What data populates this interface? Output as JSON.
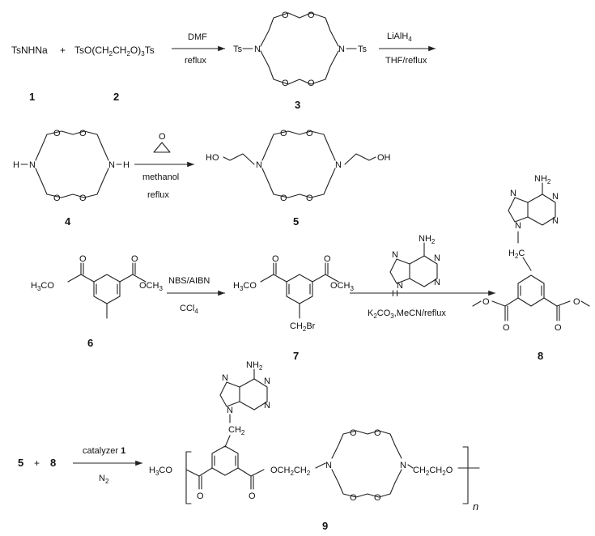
{
  "reaction1": {
    "reactant1": "TsNHNa",
    "plus": "+",
    "reactant2": "TsO(CH2CH2O)3Ts",
    "condition_above": "DMF",
    "condition_below": "reflux",
    "compound_numbers": [
      "1",
      "2",
      "3"
    ],
    "product_ts_left": "Ts",
    "product_ts_right": "Ts",
    "n_label": "N",
    "o_label": "O"
  },
  "reaction2": {
    "condition_above": "LiAlH4",
    "condition_below": "THF/reflux"
  },
  "reaction3": {
    "h_left": "H",
    "h_right": "H",
    "reactant_number": "4",
    "condition_below_1": "methanol",
    "condition_below_2": "reflux",
    "product_oh_left": "HO",
    "product_oh_right": "OH",
    "product_number": "5"
  },
  "reaction4": {
    "left_ester": "H3CO",
    "right_ester": "OCH3",
    "reactant_number": "6",
    "condition_above": "NBS/AIBN",
    "condition_below": "CCl4",
    "product_substituent": "CH2Br",
    "product_number": "7"
  },
  "reaction5": {
    "reagent_nh2": "NH2",
    "reagent_nh": "H",
    "condition_below": "K2CO3,MeCN/reflux",
    "product_nh2": "NH2",
    "product_linker": "H2C",
    "product_number": "8"
  },
  "reaction6": {
    "reactant_a": "5",
    "plus": "+",
    "reactant_b": "8",
    "condition_above": "catalyzer",
    "condition_above_bold": "1",
    "condition_below": "N2",
    "nh2": "NH2",
    "linker": "CH2",
    "end_group": "H3CO",
    "ester_link": "OCH2CH2",
    "ether_link": "CH2CH2O",
    "repeat": "n",
    "product_number": "9"
  }
}
